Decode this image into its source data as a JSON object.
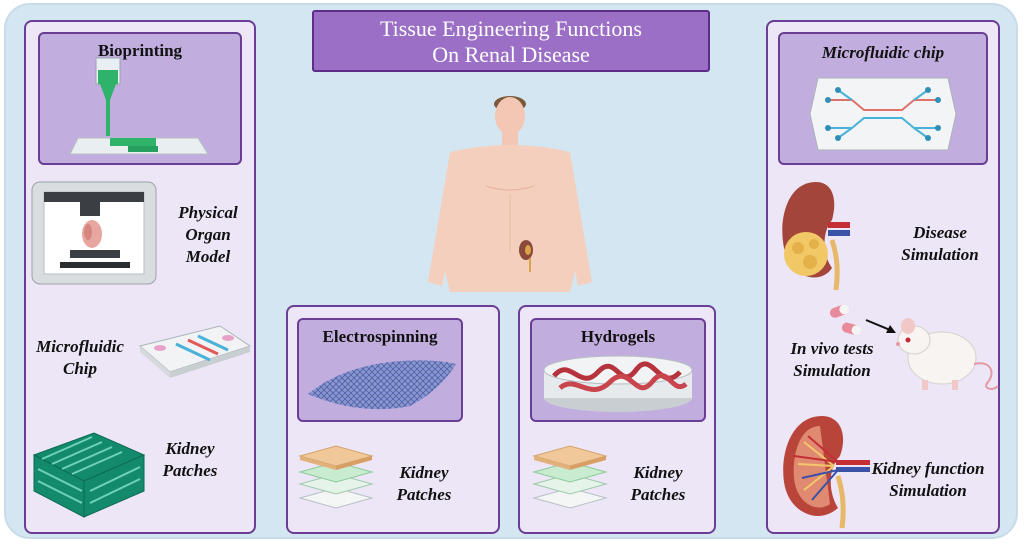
{
  "title": {
    "line1": "Tissue Engineering Functions",
    "line2": "On Renal Disease"
  },
  "left_panel": {
    "header": "Bioprinting",
    "items": [
      {
        "lines": [
          "Physical",
          "Organ",
          "Model"
        ]
      },
      {
        "lines": [
          "Microfluidic",
          "Chip"
        ]
      },
      {
        "lines": [
          "Kidney",
          "Patches"
        ]
      }
    ]
  },
  "electrospinning_panel": {
    "header": "Electrospinning",
    "item": {
      "lines": [
        "Kidney",
        "Patches"
      ]
    }
  },
  "hydrogels_panel": {
    "header": "Hydrogels",
    "item": {
      "lines": [
        "Kidney",
        "Patches"
      ]
    }
  },
  "right_panel": {
    "header": "Microfluidic chip",
    "items": [
      {
        "lines": [
          "Disease",
          "Simulation"
        ]
      },
      {
        "lines": [
          "In vivo tests",
          "Simulation"
        ]
      },
      {
        "lines": [
          "Kidney function",
          "Simulation"
        ]
      }
    ]
  },
  "colors": {
    "background": "#d3e6f1",
    "panel": "#ece6f6",
    "panel_border": "#6b3e96",
    "subpanel": "#c1aedf",
    "title_box": "#9b6fc6"
  },
  "icons": [
    "bioprinter-nozzle-icon",
    "3d-printer-icon",
    "microfluidic-chip-icon",
    "scaffold-lattice-icon",
    "human-body-icon",
    "kidney-icon",
    "nanofiber-mesh-icon",
    "patch-layers-icon",
    "hydrogel-dish-icon",
    "tumor-kidney-icon",
    "pills-icon",
    "mouse-icon",
    "kidney-cross-section-icon"
  ]
}
